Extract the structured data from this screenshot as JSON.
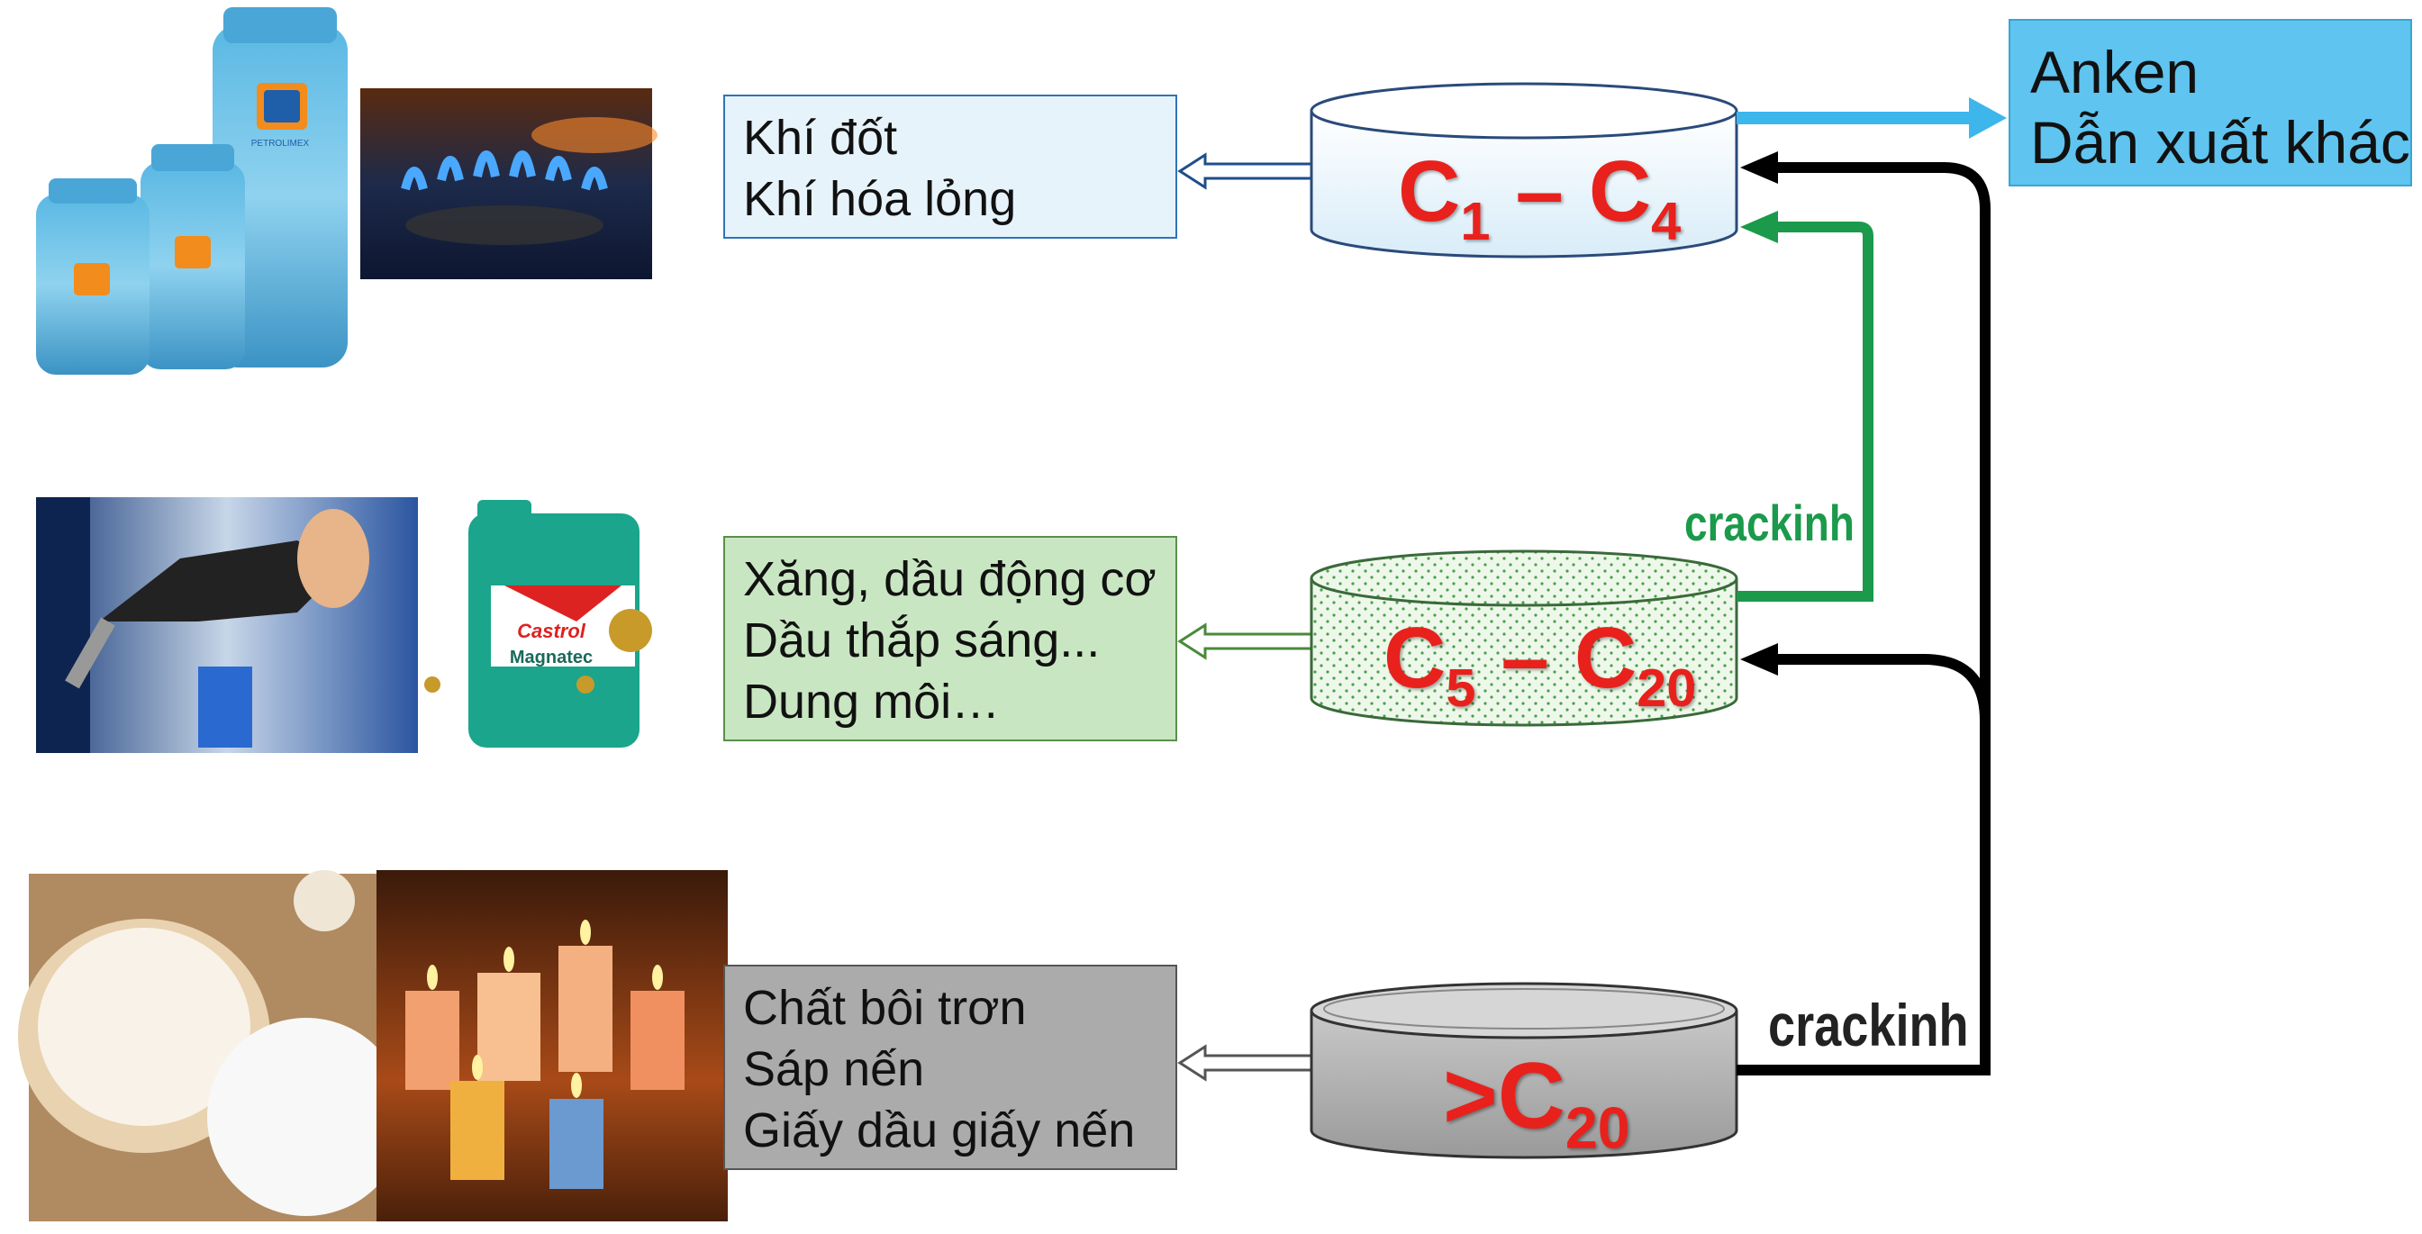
{
  "colors": {
    "red_label": "#e8211c",
    "green_arrow": "#1a9a4a",
    "blue_arrow": "#3db6ec",
    "black_arrow": "#000000"
  },
  "drums": {
    "c1_c4": {
      "main": "C",
      "sub1": "1",
      "dash": "–",
      "main2": "C",
      "sub2": "4"
    },
    "c5_c20": {
      "main": "C",
      "sub1": "5",
      "dash": "–",
      "main2": "C",
      "sub2": "20"
    },
    "gt_c20": {
      "main": ">C",
      "sub": "20"
    }
  },
  "products": {
    "gas": [
      "Khí đốt",
      "Khí hóa lỏng"
    ],
    "fuel": [
      "Xăng, dầu động cơ",
      "Dầu thắp sáng...",
      "Dung môi…"
    ],
    "lube": [
      "Chất bôi trơn",
      "Sáp nến",
      "Giấy dầu giấy nến"
    ]
  },
  "anken_box": [
    "Anken",
    "Dẫn xuất khác"
  ],
  "cracking_labels": {
    "green": "crackinh",
    "black": "crackinh"
  },
  "image_text": {
    "petrolimex": "PETROLIMEX",
    "castrol": "Castrol",
    "magnatec": "Magnatec"
  }
}
